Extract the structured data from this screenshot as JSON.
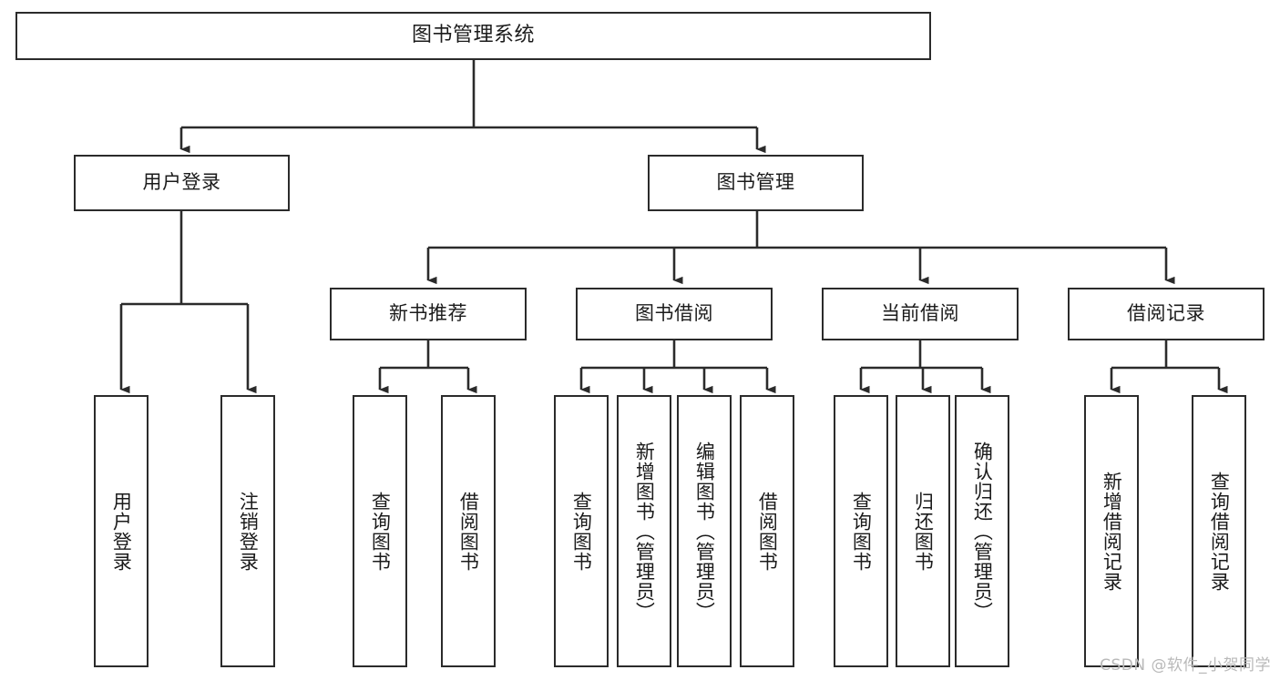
{
  "diagram": {
    "title": "图书管理系统",
    "type": "tree-hierarchy",
    "orientation": "top-down",
    "colors": {
      "box_border": "#2b2b2b",
      "box_fill": "#ffffff",
      "edge": "#2b2b2b",
      "text": "#1b1b1b",
      "watermark": "#b9b9b9",
      "background": "#ffffff"
    }
  },
  "watermark": {
    "text": "CSDN @软件_小贺同学"
  },
  "nodes": {
    "root": {
      "label": "图书管理系统"
    },
    "level2": [
      {
        "label": "用户登录"
      },
      {
        "label": "图书管理"
      }
    ],
    "level3": [
      {
        "label": "新书推荐"
      },
      {
        "label": "图书借阅"
      },
      {
        "label": "当前借阅"
      },
      {
        "label": "借阅记录"
      }
    ],
    "leaves_user_login": [
      {
        "label": "用户登录"
      },
      {
        "label": "注销登录"
      }
    ],
    "leaves_new_book": [
      {
        "label": "查询图书"
      },
      {
        "label": "借阅图书"
      }
    ],
    "leaves_borrow": [
      {
        "label": "查询图书"
      },
      {
        "label": "新增图书（管理员）"
      },
      {
        "label": "编辑图书（管理员）"
      },
      {
        "label": "借阅图书"
      }
    ],
    "leaves_current": [
      {
        "label": "查询图书"
      },
      {
        "label": "归还图书"
      },
      {
        "label": "确认归还（管理员）"
      }
    ],
    "leaves_record": [
      {
        "label": "新增借阅记录"
      },
      {
        "label": "查询借阅记录"
      }
    ]
  }
}
